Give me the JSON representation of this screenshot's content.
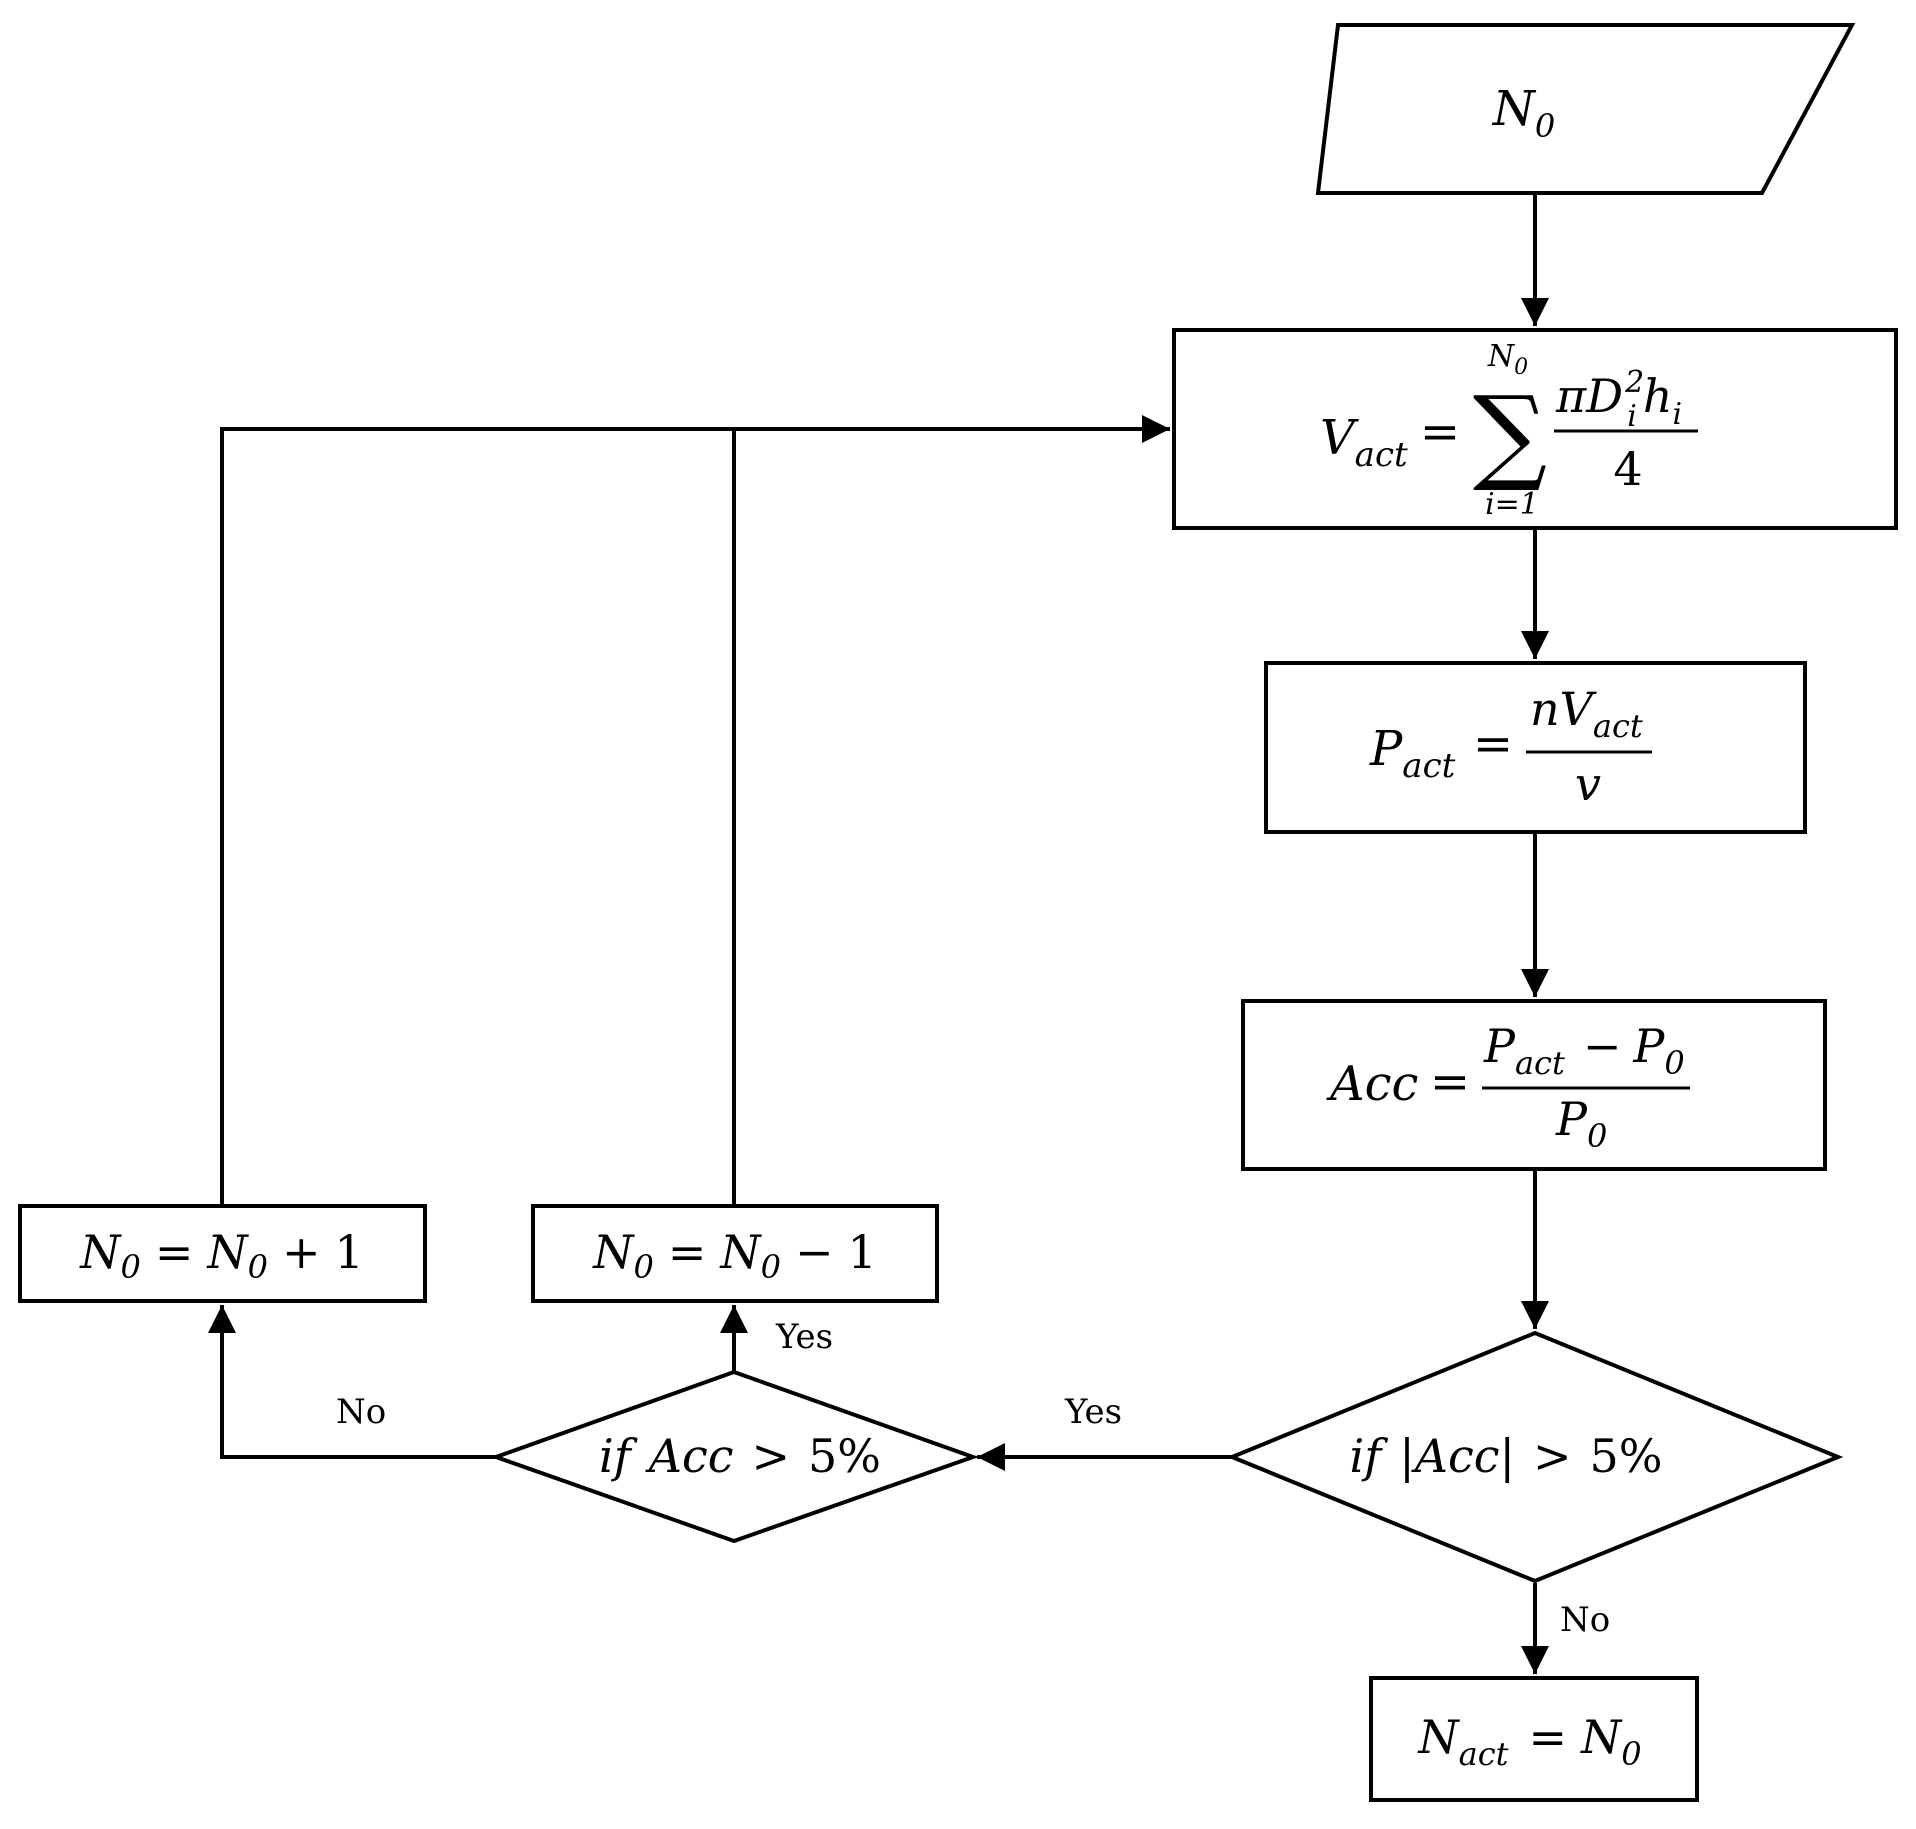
{
  "nodes": {
    "input": {
      "var": "N",
      "sub": "0"
    },
    "volume": {
      "lhs": "V",
      "lhs_sub": "act",
      "eq": "=",
      "sum_upper": "N",
      "sum_upper_sub": "0",
      "sum_symbol": "∑",
      "sum_lower": "i=1",
      "num_pi": "π",
      "num_D": "D",
      "num_D_sup": "2",
      "num_D_sub": "i",
      "num_h": "h",
      "num_h_sub": "i",
      "den": "4"
    },
    "pressure": {
      "lhs": "P",
      "lhs_sub": "act",
      "eq": "=",
      "num_n": "n",
      "num_V": "V",
      "num_V_sub": "act",
      "den": "v"
    },
    "accuracy": {
      "lhs": "Acc",
      "eq": "=",
      "num_P": "P",
      "num_P_sub": "act",
      "num_minus": "−",
      "num_P0": "P",
      "num_P0_sub": "0",
      "den_P": "P",
      "den_P_sub": "0"
    },
    "decision_abs": {
      "if": "if",
      "expr": "|Acc|",
      "op": ">",
      "value": "5%"
    },
    "decision_sign": {
      "if": "if",
      "expr": "Acc",
      "op": ">",
      "value": "5%"
    },
    "increment": {
      "lhs": "N",
      "lhs_sub": "0",
      "eq": "=",
      "rhs": "N",
      "rhs_sub": "0",
      "op": "+",
      "val": "1"
    },
    "decrement": {
      "lhs": "N",
      "lhs_sub": "0",
      "eq": "=",
      "rhs": "N",
      "rhs_sub": "0",
      "op": "−",
      "val": "1"
    },
    "output": {
      "lhs": "N",
      "lhs_sub": "act",
      "eq": "=",
      "rhs": "N",
      "rhs_sub": "0"
    }
  },
  "edge_labels": {
    "abs_yes": "Yes",
    "abs_no": "No",
    "sign_yes": "Yes",
    "sign_no": "No"
  }
}
